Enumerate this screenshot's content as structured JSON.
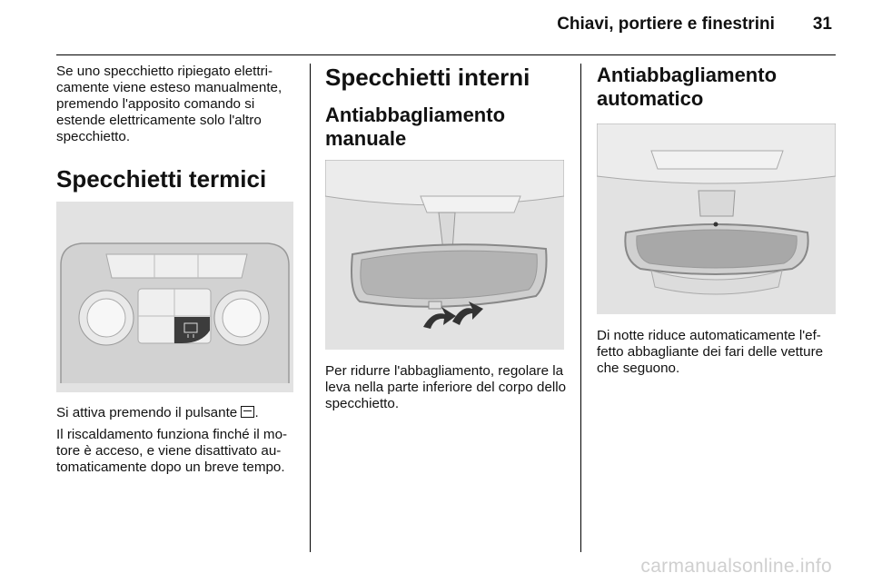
{
  "header": {
    "title": "Chiavi, portiere e finestrini",
    "page_number": "31"
  },
  "col1": {
    "intro": "Se uno specchietto ripiegato elettri-camente viene esteso manualmente, premendo l'apposito comando si estende elettricamente solo l'altro specchietto.",
    "heading": "Specchietti termici",
    "para1": "Si attiva premendo il pulsante",
    "para1_icon": "rear-defrost-icon",
    "para2": "Il riscaldamento funziona finché il mo-tore è acceso, e viene disattivato au-tomaticamente dopo un breve tempo."
  },
  "col2": {
    "heading": "Specchietti interni",
    "subheading": "Antiabbagliamento manuale",
    "para": "Per ridurre l'abbagliamento, regolare la leva nella parte inferiore del corpo dello specchietto."
  },
  "col3": {
    "heading": "Antiabbagliamento automatico",
    "para": "Di notte riduce automaticamente l'ef-fetto abbagliante dei fari delle vetture che seguono."
  },
  "watermark": "carmanualsonline.info"
}
